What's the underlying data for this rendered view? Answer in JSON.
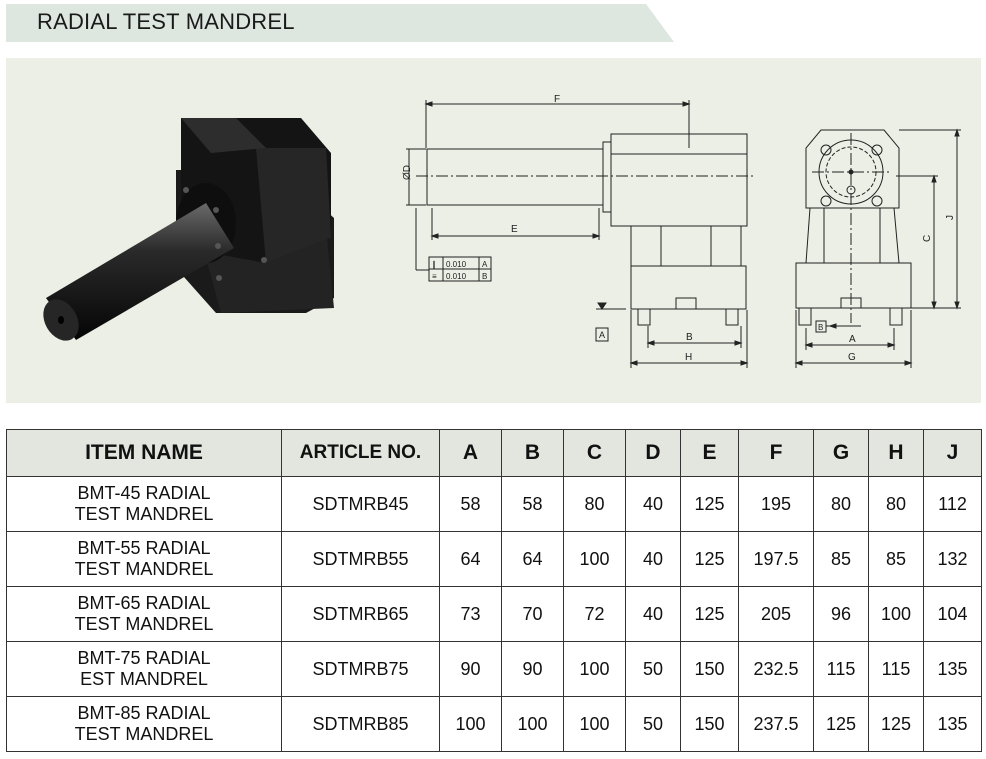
{
  "title": "RADIAL TEST MANDREL",
  "drawing": {
    "dimension_labels": [
      "F",
      "ØD",
      "E",
      "A",
      "B",
      "H",
      "C",
      "J",
      "A",
      "G"
    ],
    "datum_a": "A",
    "datum_b": "B",
    "tolerance_rows": [
      {
        "value": "0.010",
        "datum": "A"
      },
      {
        "value": "0.010",
        "datum": "B"
      }
    ]
  },
  "table": {
    "headers": [
      "ITEM NAME",
      "ARTICLE NO.",
      "A",
      "B",
      "C",
      "D",
      "E",
      "F",
      "G",
      "H",
      "J"
    ],
    "rows": [
      {
        "name_line1": "BMT-45 RADIAL",
        "name_line2": "TEST MANDREL",
        "article": "SDTMRB45",
        "values": [
          "58",
          "58",
          "80",
          "40",
          "125",
          "195",
          "80",
          "80",
          "112"
        ]
      },
      {
        "name_line1": "BMT-55 RADIAL",
        "name_line2": "TEST MANDREL",
        "article": "SDTMRB55",
        "values": [
          "64",
          "64",
          "100",
          "40",
          "125",
          "197.5",
          "85",
          "85",
          "132"
        ]
      },
      {
        "name_line1": "BMT-65 RADIAL",
        "name_line2": "TEST MANDREL",
        "article": "SDTMRB65",
        "values": [
          "73",
          "70",
          "72",
          "40",
          "125",
          "205",
          "96",
          "100",
          "104"
        ]
      },
      {
        "name_line1": "BMT-75 RADIAL",
        "name_line2": "EST MANDREL",
        "article": "SDTMRB75",
        "values": [
          "90",
          "90",
          "100",
          "50",
          "150",
          "232.5",
          "115",
          "115",
          "135"
        ]
      },
      {
        "name_line1": "BMT-85 RADIAL",
        "name_line2": "TEST MANDREL",
        "article": "SDTMRB85",
        "values": [
          "100",
          "100",
          "100",
          "50",
          "150",
          "237.5",
          "125",
          "125",
          "135"
        ]
      }
    ]
  }
}
